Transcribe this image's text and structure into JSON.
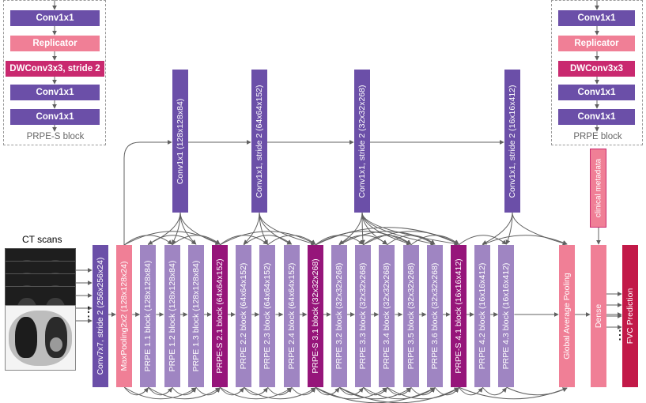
{
  "colors": {
    "purple": "#6b4fa8",
    "lavender": "#9f85c2",
    "magenta": "#96157a",
    "pink": "#f07f96",
    "crimson": "#c21948",
    "dwconv": "#c9296f",
    "arrow": "#606060"
  },
  "legend_left": {
    "items": [
      "Conv1x1",
      "Replicator",
      "DWConv3x3, stride 2",
      "Conv1x1",
      "Conv1x1"
    ],
    "caption": "PRPE-S block"
  },
  "legend_right": {
    "items": [
      "Conv1x1",
      "Replicator",
      "DWConv3x3",
      "Conv1x1",
      "Conv1x1"
    ],
    "caption": "PRPE block"
  },
  "upper_convs": [
    "Conv1x1 (128x128x84)",
    "Conv1x1, stride 2 (64x64x152)",
    "Conv1x1, stride 2 (32x32x268)",
    "Conv1x1, stride 2 (16x16x412)"
  ],
  "ct": {
    "title": "CT scans"
  },
  "main_blocks": [
    "Conv7x7, stride 2 (256x256x24)",
    "MaxPooling2x2 (128x128x24)",
    "PRPE 1.1 block (128x128x84)",
    "PRPE 1.2 block (128x128x84)",
    "PRPE 1.3 block (128x128x84)",
    "PRPE-S 2.1 block (64x64x152)",
    "PRPE 2.2 block (64x64x152)",
    "PRPE 2.3 block (64x64x152)",
    "PRPE 2.4 block (64x64x152)",
    "PRPE-S 3.1 block (32x32x268)",
    "PRPE 3.2 block (32x32x268)",
    "PRPE 3.3 block (32x32x268)",
    "PRPE 3.4 block (32x32x268)",
    "PRPE 3.5 block (32x32x268)",
    "PRPE 3.6 block (32x32x268)",
    "PRPE-S 4.1 block (16x16x412)",
    "PRPE 4.2 block (16x16x412)",
    "PRPE 4.3 block (16x16x412)",
    "Global Average Pooling",
    "Dense",
    "FVC Prediction"
  ],
  "clinical": "clinical metadata",
  "dots_glyph": "⋮"
}
